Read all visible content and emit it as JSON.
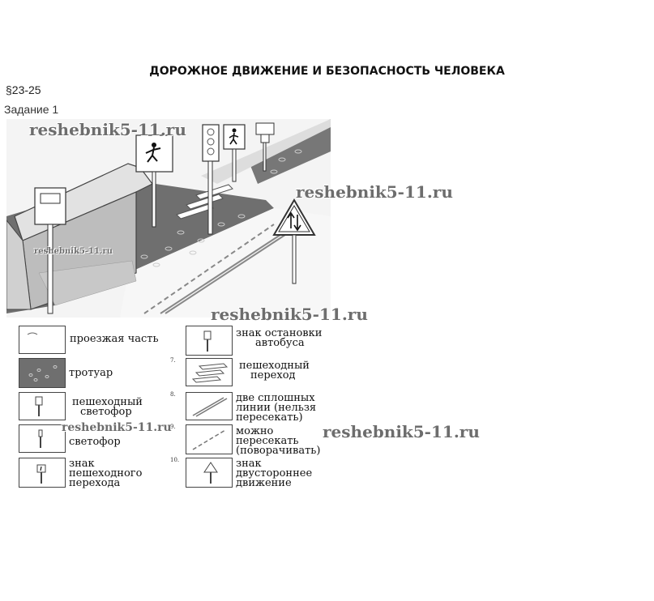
{
  "header": {
    "title": "ДОРОЖНОЕ ДВИЖЕНИЕ И БЕЗОПАСНОСТЬ ЧЕЛОВЕКА",
    "section": "§23-25",
    "task": "Задание 1"
  },
  "watermarks": [
    "reshebnik5-11.ru",
    "reshebnik5-11.ru",
    "reshebnik5-11.ru",
    "reshebnik5-11.ru",
    "reshebnik5-11.ru",
    "reshebnik5-11.ru"
  ],
  "legend": {
    "left": [
      {
        "num": "",
        "lines": [
          "проезжая часть"
        ],
        "icon": "road-icon"
      },
      {
        "num": "",
        "lines": [
          "тротуар"
        ],
        "icon": "sidewalk-icon"
      },
      {
        "num": "",
        "lines": [
          "пешеходный",
          "светофор"
        ],
        "icon": "pedestrian-traffic-light-icon"
      },
      {
        "num": "",
        "lines": [
          "светофор"
        ],
        "icon": "traffic-light-icon"
      },
      {
        "num": "",
        "lines": [
          "знак",
          "пешеходного",
          "перехода"
        ],
        "icon": "crossing-sign-icon"
      }
    ],
    "right": [
      {
        "num": "",
        "lines": [
          "знак остановки",
          "автобуса"
        ],
        "icon": "bus-stop-sign-icon"
      },
      {
        "num": "7.",
        "lines": [
          "пешеходный",
          "переход"
        ],
        "icon": "zebra-crossing-icon"
      },
      {
        "num": "8.",
        "lines": [
          "две сплошных",
          "линии (нельзя",
          "пересекать)"
        ],
        "icon": "double-solid-line-icon"
      },
      {
        "num": "9.",
        "lines": [
          "можно",
          "пересекать",
          "(поворачивать)"
        ],
        "icon": "dashed-line-icon"
      },
      {
        "num": "10.",
        "lines": [
          "знак",
          "двустороннее",
          "движение"
        ],
        "icon": "two-way-traffic-sign-icon"
      }
    ]
  },
  "colors": {
    "sidewalk": "#6f6f6f",
    "road": "#ffffff",
    "outline": "#444444",
    "watermark": "#6d6d6d"
  }
}
